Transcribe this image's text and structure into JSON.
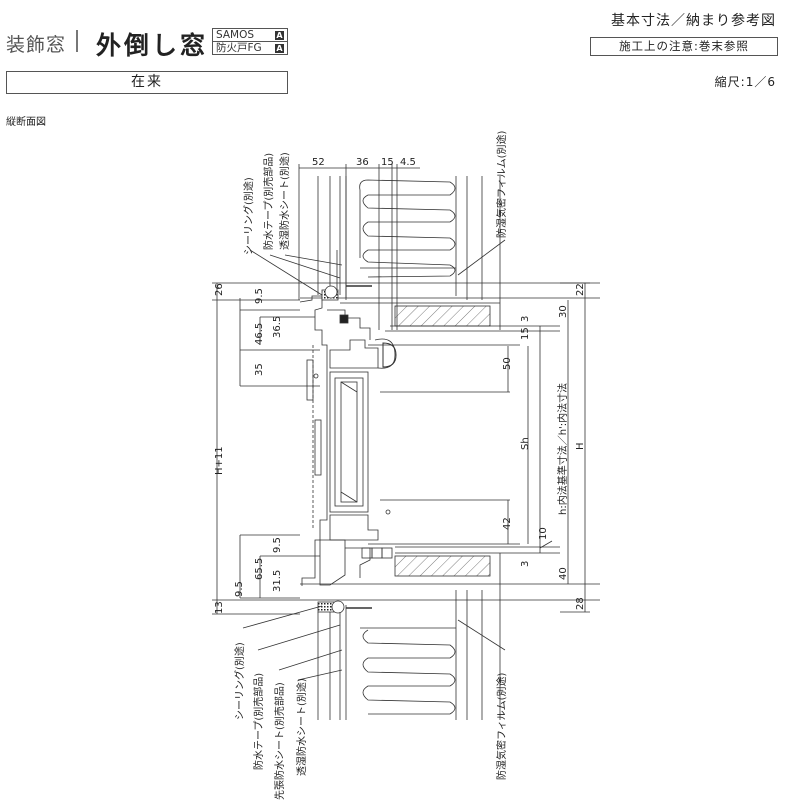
{
  "header": {
    "category": "装飾窓",
    "product_name": "外倒し窓",
    "badges": [
      {
        "label": "SAMOS",
        "mark": "A"
      },
      {
        "label": "防火戸FG",
        "mark": "A"
      }
    ],
    "wall_type": "在来",
    "view_label": "縦断面図"
  },
  "doc": {
    "title": "基本寸法／納まり参考図",
    "note": "施工上の注意:巻末参照",
    "scale": "縮尺:1／6"
  },
  "drawing": {
    "top_dims": [
      "52",
      "36",
      "15",
      "4.5"
    ],
    "left_dims": {
      "top_26": "26",
      "top_9_5": "9.5",
      "d46_5": "46.5",
      "d36_5": "36.5",
      "d35": "35",
      "h_plus_11": "H+11",
      "d65_5": "65.5",
      "d9_5b": "9.5",
      "d31_5": "31.5",
      "d9_5c": "9.5",
      "d13": "13"
    },
    "right_dims": {
      "d22": "22",
      "d30": "30",
      "d3a": "3",
      "d15": "15",
      "d50": "50",
      "sh": "Sh",
      "d42": "42",
      "d10": "10",
      "d3b": "3",
      "d40": "40",
      "d28": "28",
      "h_label": "h:内法基準寸法／h':内法寸法",
      "H": "H"
    },
    "top_callouts": [
      "シーリング(別途)",
      "防水テープ(別売部品)",
      "透湿防水シート(別途)",
      "防湿気密フィルム(別途)"
    ],
    "bottom_callouts": [
      "シーリング(別途)",
      "防水テープ(別売部品)",
      "先張防水シート(別売部品)",
      "透湿防水シート(別途)",
      "防湿気密フィルム(別途)"
    ]
  }
}
